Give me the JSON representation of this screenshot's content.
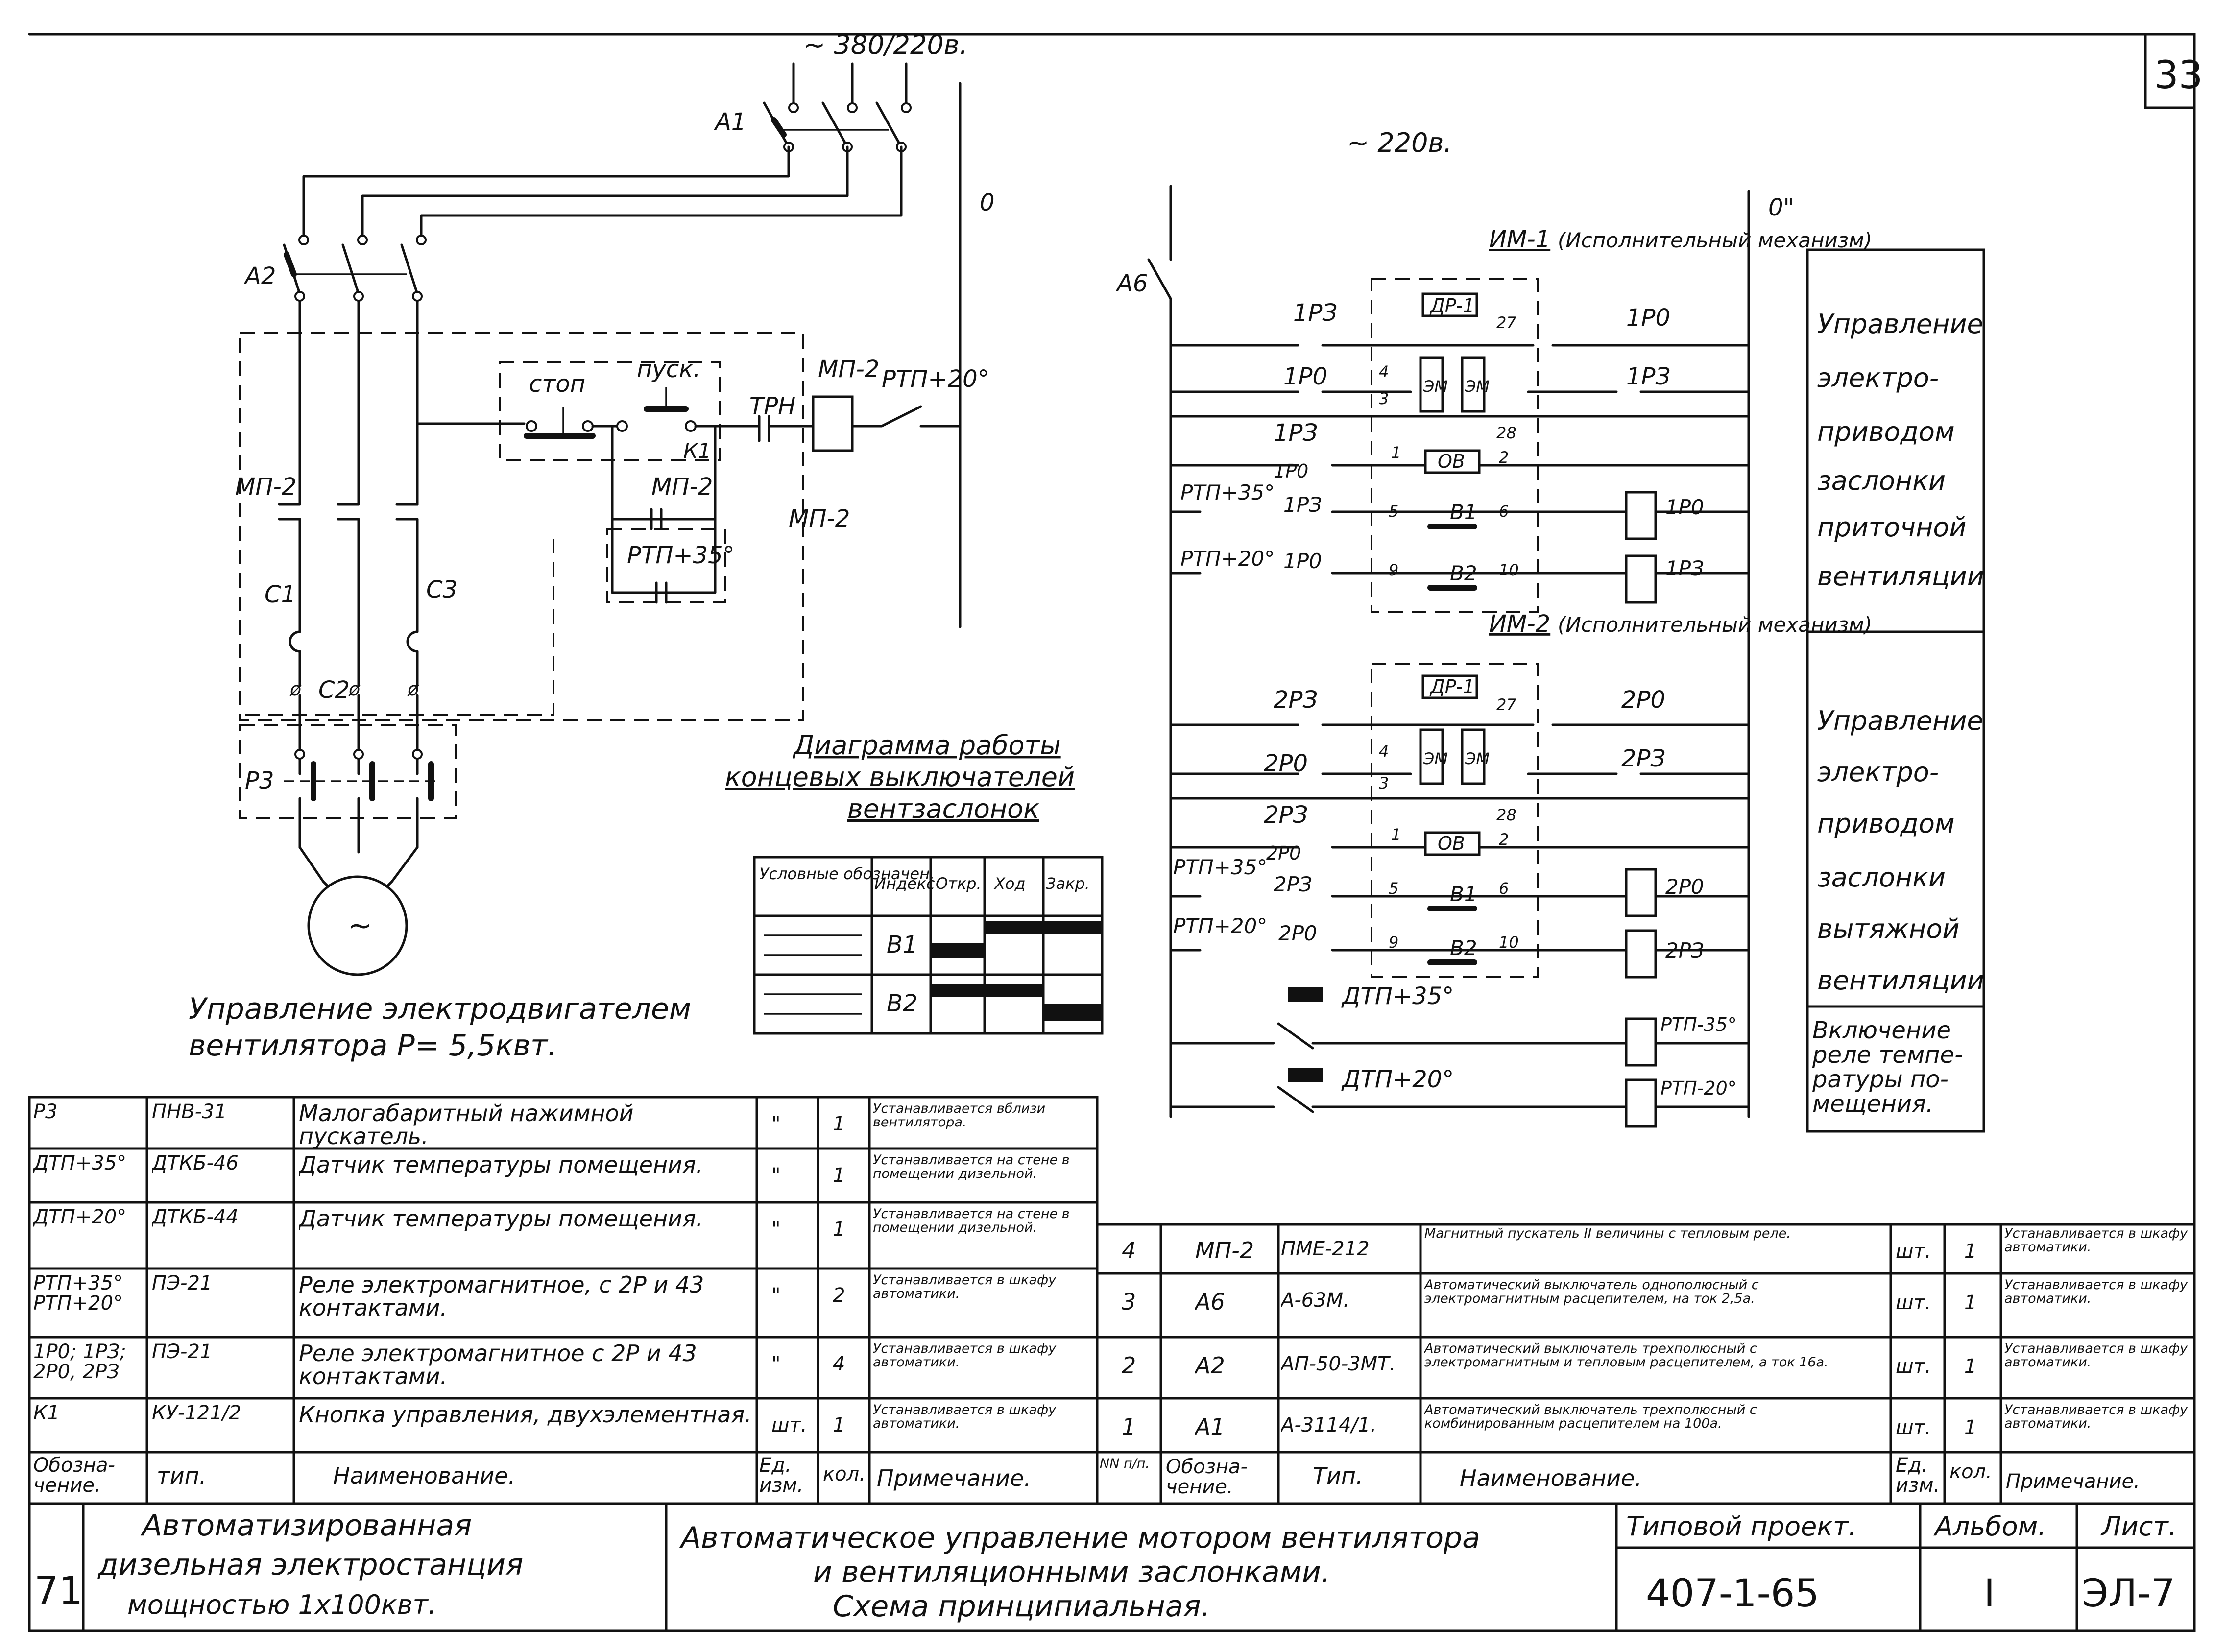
{
  "sheet": {
    "page_number": "33",
    "supply_main": "~ 380/220в.",
    "supply_control": "~ 220в.",
    "bus_zero_left": "0",
    "bus_zero_right": "0\""
  },
  "motor_circuit": {
    "switch_a1": "A1",
    "switch_a2": "A2",
    "switch_a6": "A6",
    "mp2_contacts": "МП-2",
    "c1": "C1",
    "c2": "C2",
    "c3": "C3",
    "p3": "P3",
    "stop": "стоп",
    "start": "пуск.",
    "k1": "К1",
    "trn": "ТРН",
    "coil_mp2": "МП-2",
    "rtp20": "РТП+20°",
    "mp2_aux": "МП-2",
    "mp2_aux2": "МП-2",
    "rtp35": "РТП+35°",
    "motor_symbol": "~",
    "caption_line1": "Управление электродвигателем",
    "caption_line2": "вентилятора  Р= 5,5квт."
  },
  "diagram_switches": {
    "title_line1": "Диаграмма  работы",
    "title_line2": "концевых выключателей",
    "title_line3": "вентзаслонок",
    "headers": [
      "Условные обозначен.",
      "Индекс",
      "Откр.",
      "Ход",
      "Закр."
    ],
    "rows": [
      {
        "index": "B1"
      },
      {
        "index": "B2"
      }
    ]
  },
  "damper_circuit": {
    "im1": "ИМ-1",
    "im1_desc": "(Исполнительный механизм)",
    "im2": "ИМ-2",
    "im2_desc": "(Исполнительный механизм)",
    "dr1": "ДР-1",
    "em": "ЭМ",
    "ov": "ОВ",
    "b1": "B1",
    "b2": "B2",
    "r1p3": "1РЗ",
    "r1p0": "1Р0",
    "r2p3": "2РЗ",
    "r2p0": "2Р0",
    "rtp35": "РТП+35°",
    "rtp20": "РТП+20°",
    "dtp35": "ДТП+35°",
    "dtp20": "ДТП+20°",
    "coil_rtp35": "РТП-35°",
    "coil_rtp20": "РТП-20°",
    "terminals": [
      "27",
      "4",
      "3",
      "28",
      "1",
      "2",
      "5",
      "6",
      "9",
      "10"
    ]
  },
  "side_labels": {
    "block1": [
      "Управление",
      "электро-",
      "приводом",
      "заслонки",
      "приточной",
      "вентиляции"
    ],
    "block2": [
      "Управление",
      "электро-",
      "приводом",
      "заслонки",
      "вытяжной",
      "вентиляции"
    ],
    "block3": [
      "Включение",
      "реле темпе-",
      "ратуры по-",
      "мещения."
    ]
  },
  "spec_left": {
    "rows": [
      {
        "des": "P3",
        "type": "ПНВ-31",
        "name": "Малогабаритный нажимной пускатель.",
        "unit": "\"",
        "qty": "1",
        "note": "Устанавливается вблизи вентилятора."
      },
      {
        "des": "ДТП+35°",
        "type": "ДТКБ-46",
        "name": "Датчик температуры помещения.",
        "unit": "\"",
        "qty": "1",
        "note": "Устанавливается на стене в помещении дизельной."
      },
      {
        "des": "ДТП+20°",
        "type": "ДТКБ-44",
        "name": "Датчик температуры помещения.",
        "unit": "\"",
        "qty": "1",
        "note": "Устанавливается на стене в помещении дизельной."
      },
      {
        "des": "РТП+35° РТП+20°",
        "type": "ПЭ-21",
        "name": "Реле электромагнитное, с 2Р и 43 контактами.",
        "unit": "\"",
        "qty": "2",
        "note": "Устанавливается в шкафу автоматики."
      },
      {
        "des": "1Р0; 1РЗ; 2Р0, 2РЗ",
        "type": "ПЭ-21",
        "name": "Реле электромагнитное с 2Р и 43 контактами.",
        "unit": "\"",
        "qty": "4",
        "note": "Устанавливается в шкафу автоматики."
      },
      {
        "des": "К1",
        "type": "КУ-121/2",
        "name": "Кнопка управления, двухэлементная.",
        "unit": "шт.",
        "qty": "1",
        "note": "Устанавливается в шкафу автоматики."
      }
    ],
    "header": {
      "des": "Обозна- чение.",
      "type": "тип.",
      "name": "Наименование.",
      "unit": "Ед. изм.",
      "qty": "кол.",
      "note": "Примечание."
    }
  },
  "spec_right": {
    "rows": [
      {
        "no": "4",
        "des": "МП-2",
        "type": "ПМЕ-212",
        "name": "Магнитный пускатель II величины с тепловым реле.",
        "unit": "шт.",
        "qty": "1",
        "note": "Устанавливается в шкафу автоматики."
      },
      {
        "no": "3",
        "des": "A6",
        "type": "А-63М.",
        "name": "Автоматический выключатель однополюсный с электромагнитным расцепителем, на ток 2,5а.",
        "unit": "шт.",
        "qty": "1",
        "note": "Устанавливается в шкафу автоматики."
      },
      {
        "no": "2",
        "des": "A2",
        "type": "АП-50-3МТ.",
        "name": "Автоматический выключатель трехполюсный с электромагнитным и тепловым расцепителем, а ток 16а.",
        "unit": "шт.",
        "qty": "1",
        "note": "Устанавливается в шкафу автоматики."
      },
      {
        "no": "1",
        "des": "A1",
        "type": "А-3114/1.",
        "name": "Автоматический выключатель трехполюсный с комбинированным расцепителем на 100а.",
        "unit": "шт.",
        "qty": "1",
        "note": "Устанавливается в шкафу автоматики."
      }
    ],
    "header": {
      "no": "NN п/п.",
      "des": "Обозна- чение.",
      "type": "Тип.",
      "name": "Наименование.",
      "unit": "Ед. изм.",
      "qty": "кол.",
      "note": "Примечание."
    }
  },
  "title_block": {
    "sheet_no": "71",
    "object_line1": "Автоматизированная",
    "object_line2": "дизельная электростанция",
    "object_line3": "мощностью 1х100квт.",
    "drawing_line1": "Автоматическое управление мотором вентилятора",
    "drawing_line2": "и вентиляционными заслонками.",
    "drawing_line3": "Схема   принципиальная.",
    "project_label": "Типовой проект.",
    "project_no": "407-1-65",
    "album_label": "Альбом.",
    "album_no": "I",
    "list_label": "Лист.",
    "list_no": "ЭЛ-7"
  }
}
